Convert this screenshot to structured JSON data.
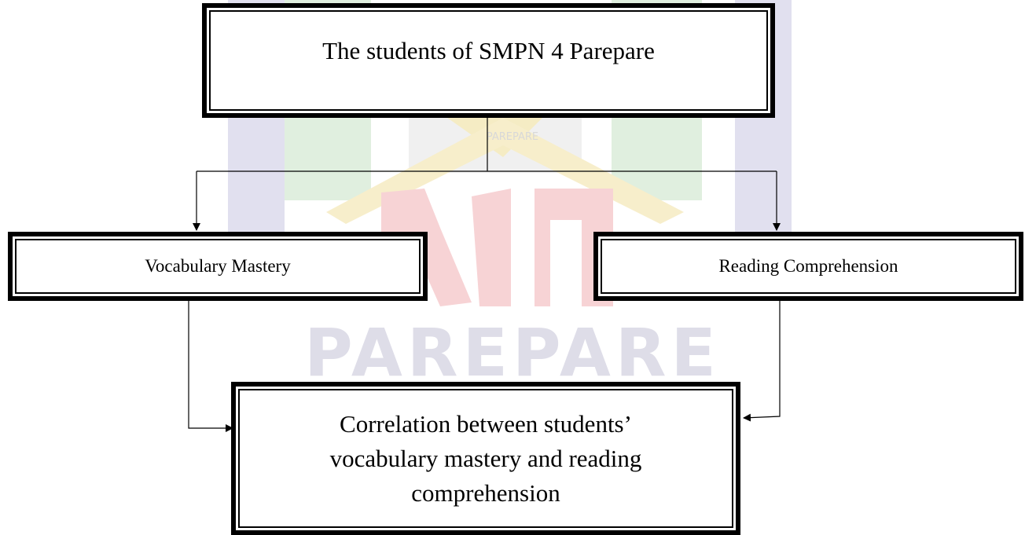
{
  "watermark": {
    "brand": "PAREPARE",
    "brand_small": "PAREPARE"
  },
  "diagram": {
    "top": {
      "label": "The students of SMPN 4 Parepare"
    },
    "left": {
      "label": "Vocabulary Mastery"
    },
    "right": {
      "label": "Reading Comprehension"
    },
    "bottom": {
      "lines": [
        "Correlation between students’",
        "vocabulary mastery and reading",
        "comprehension"
      ]
    }
  }
}
